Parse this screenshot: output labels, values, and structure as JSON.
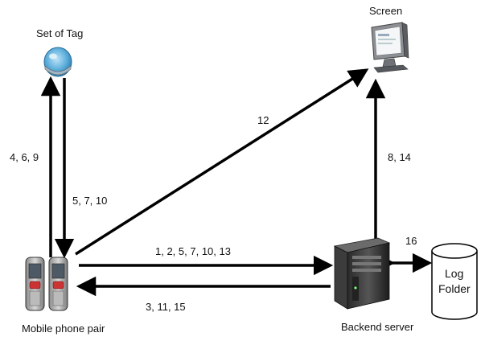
{
  "nodes": {
    "tag": {
      "label": "Set of Tag"
    },
    "screen": {
      "label": "Screen"
    },
    "phone": {
      "label": "Mobile phone pair"
    },
    "server": {
      "label": "Backend server"
    },
    "log": {
      "label_line1": "Log",
      "label_line2": "Folder"
    }
  },
  "edges": {
    "phone_to_tag": "4, 6, 9",
    "tag_to_phone": "5, 7, 10",
    "phone_to_screen": "12",
    "server_to_screen": "8, 14",
    "phone_to_server": "1, 2, 5, 7, 10, 13",
    "server_to_phone": "3, 11, 15",
    "server_log": "16"
  }
}
